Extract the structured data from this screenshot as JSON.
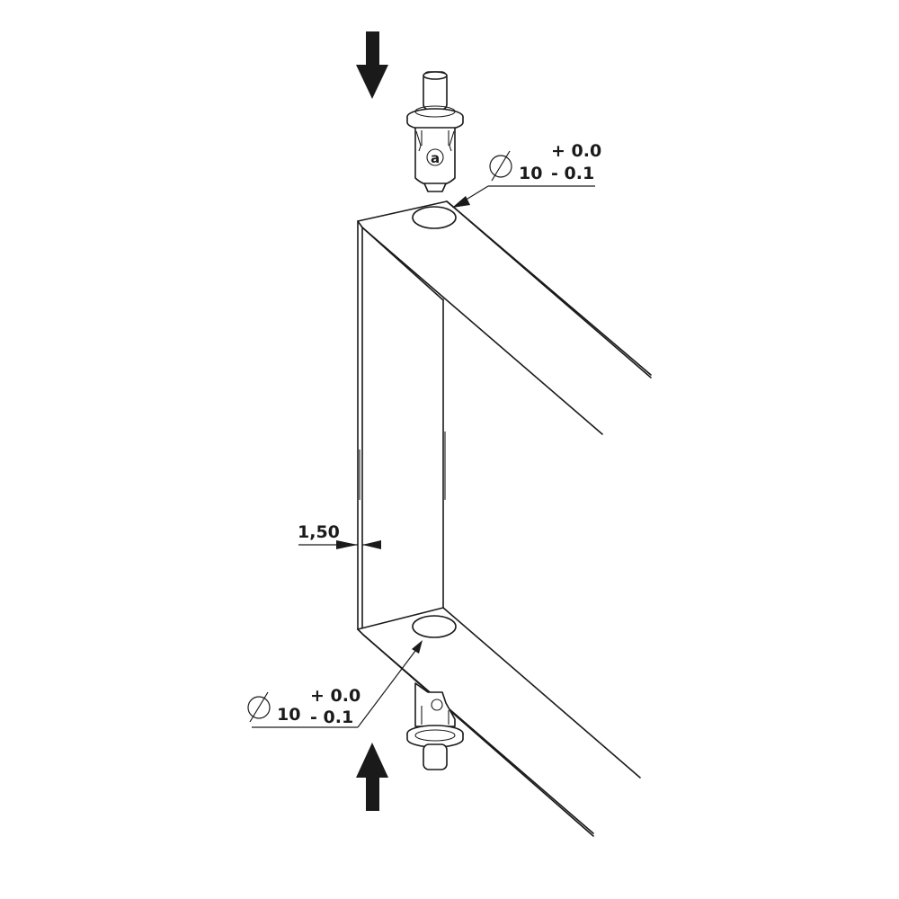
{
  "dimensions": {
    "top_hole": {
      "symbol": "∅",
      "nominal": "10",
      "upper_tol": "+ 0.0",
      "lower_tol": "-  0.1"
    },
    "bottom_hole": {
      "symbol": "∅",
      "nominal": "10",
      "upper_tol": "+ 0.0",
      "lower_tol": "-  0.1"
    },
    "thickness": {
      "value": "1,50"
    }
  },
  "pin": {
    "marking": "a"
  }
}
